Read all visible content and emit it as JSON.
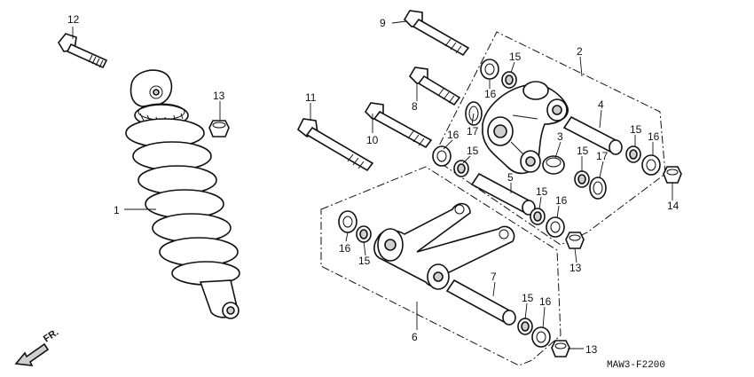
{
  "diagram_code": "MAW3-F2200",
  "direction_label": "FR.",
  "callouts": {
    "c1": "1",
    "c2": "2",
    "c3": "3",
    "c4": "4",
    "c5": "5",
    "c6": "6",
    "c7": "7",
    "c8": "8",
    "c9": "9",
    "c10": "10",
    "c11": "11",
    "c12": "12",
    "c13a": "13",
    "c13b": "13",
    "c13c": "13",
    "c14": "14",
    "c15a": "15",
    "c15b": "15",
    "c15c": "15",
    "c15d": "15",
    "c15e": "15",
    "c15f": "15",
    "c15g": "15",
    "c16a": "16",
    "c16b": "16",
    "c16c": "16",
    "c16d": "16",
    "c16e": "16",
    "c16f": "16",
    "c17a": "17",
    "c17b": "17"
  }
}
